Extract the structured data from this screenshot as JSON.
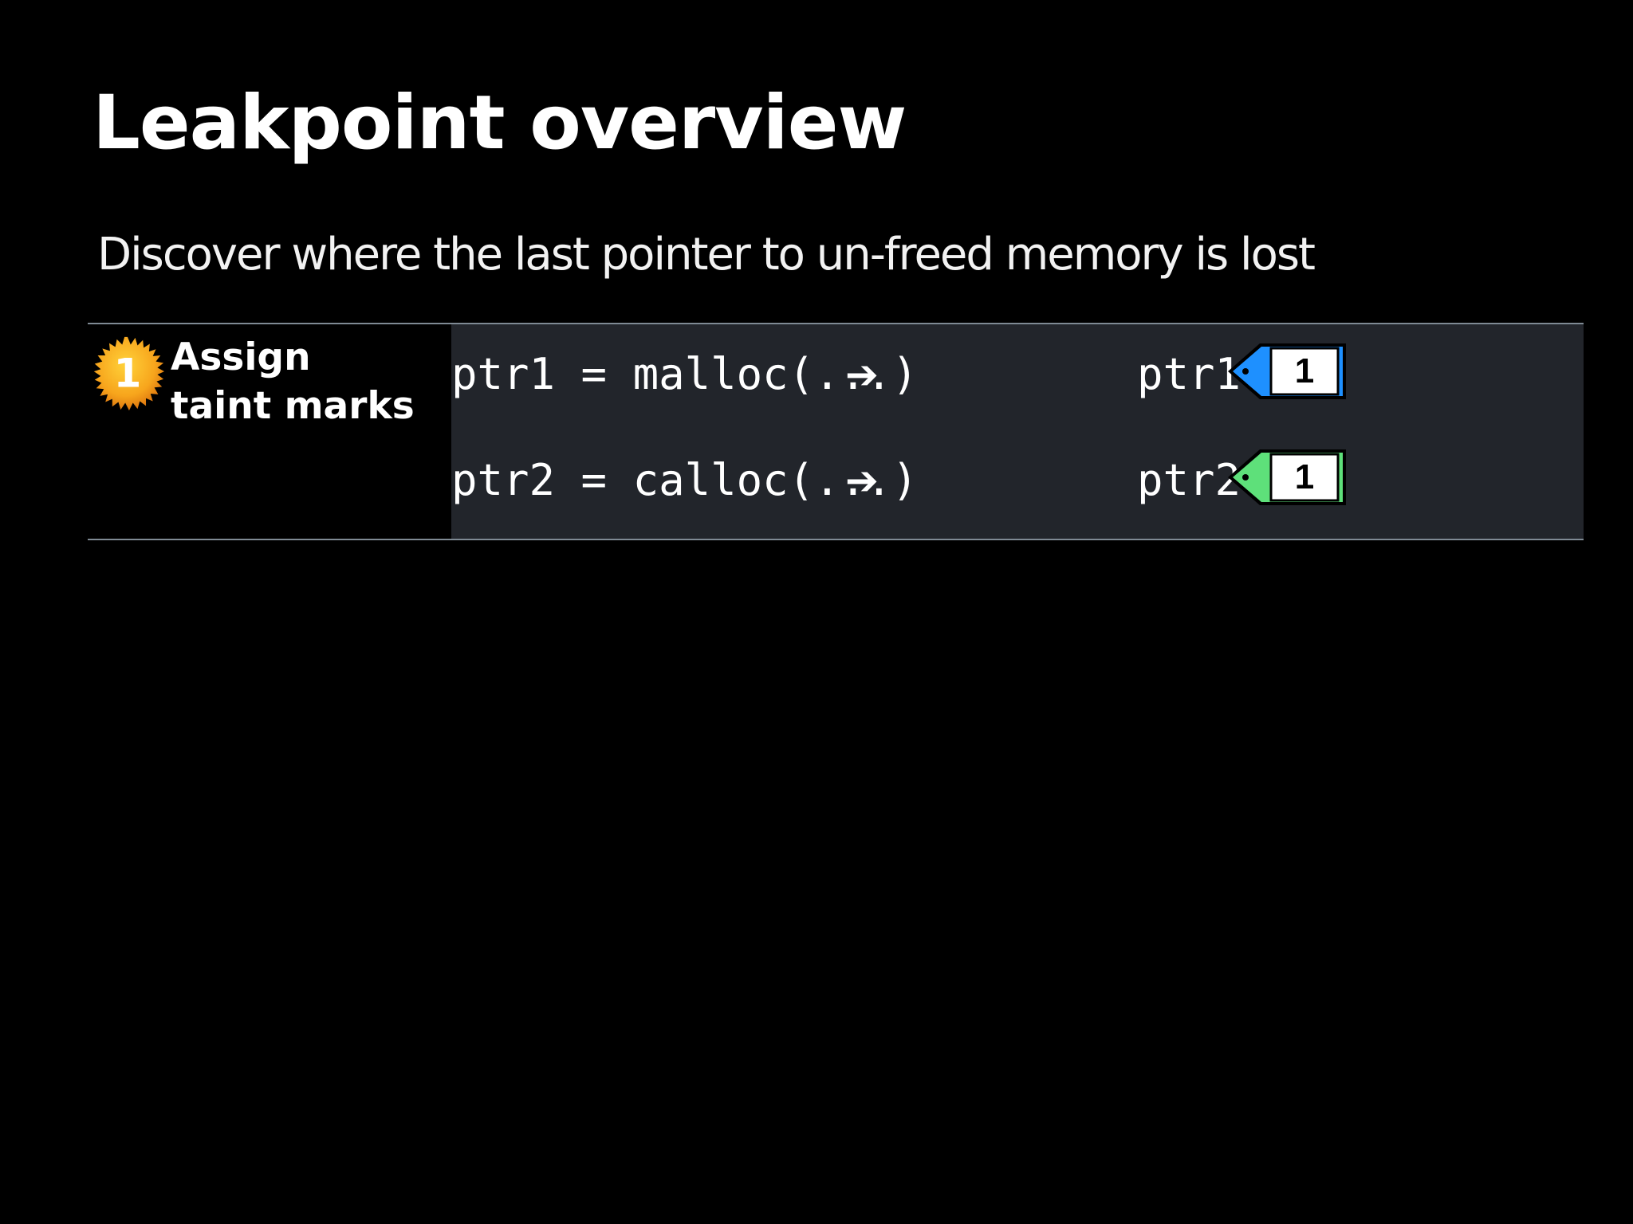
{
  "slide": {
    "title": "Leakpoint overview",
    "subtitle": "Discover where the last pointer to un-freed memory is lost"
  },
  "step": {
    "number": "1",
    "label_line1": "Assign",
    "label_line2": "taint marks",
    "badge_icon": "orange-starburst-icon",
    "lines": [
      {
        "code": "ptr1 = malloc(...)",
        "arrow": "➔",
        "result": "ptr1",
        "tag_value": "1",
        "tag_color": "#1e90ff"
      },
      {
        "code": "ptr2 = calloc(...)",
        "arrow": "➔",
        "result": "ptr2",
        "tag_value": "1",
        "tag_color": "#5ee07a"
      }
    ]
  },
  "colors": {
    "background": "#000000",
    "code_panel": "#22252b",
    "badge": "#f7a51c"
  }
}
